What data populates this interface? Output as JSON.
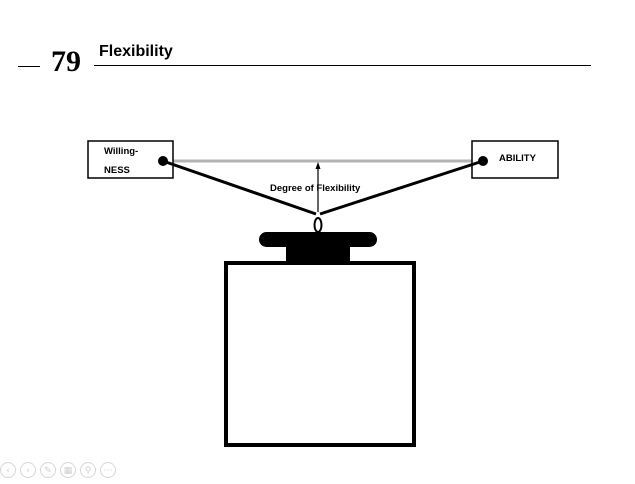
{
  "slide": {
    "number": "79",
    "title": "Flexibility"
  },
  "diagram": {
    "left_box_line1": "Willing-",
    "left_box_line2": "NESS",
    "right_box": "ABILITY",
    "arrow_label": "Degree of  Flexibility"
  },
  "controls": {
    "icons": [
      "prev-icon",
      "next-icon",
      "pen-icon",
      "slides-icon",
      "zoom-icon",
      "more-icon"
    ]
  }
}
